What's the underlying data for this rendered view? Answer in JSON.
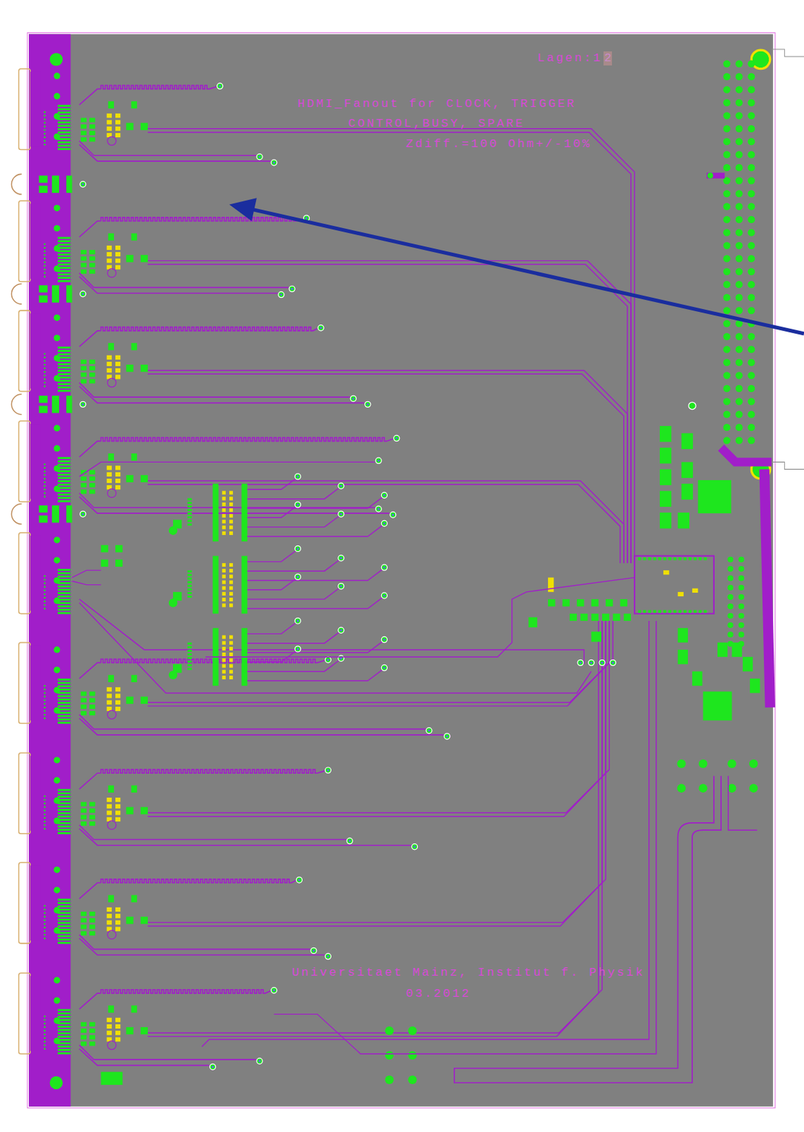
{
  "diagram": {
    "labels": [
      "Lagen:1",
      "2",
      "HDMI_Fanout for CLOCK, TRIGGER",
      "CONTROL,BUSY, SPARE",
      "Zdiff.=100 Ohm+/-10%",
      "Universitaet Mainz, Institut f. Physik",
      "03.2012"
    ]
  }
}
